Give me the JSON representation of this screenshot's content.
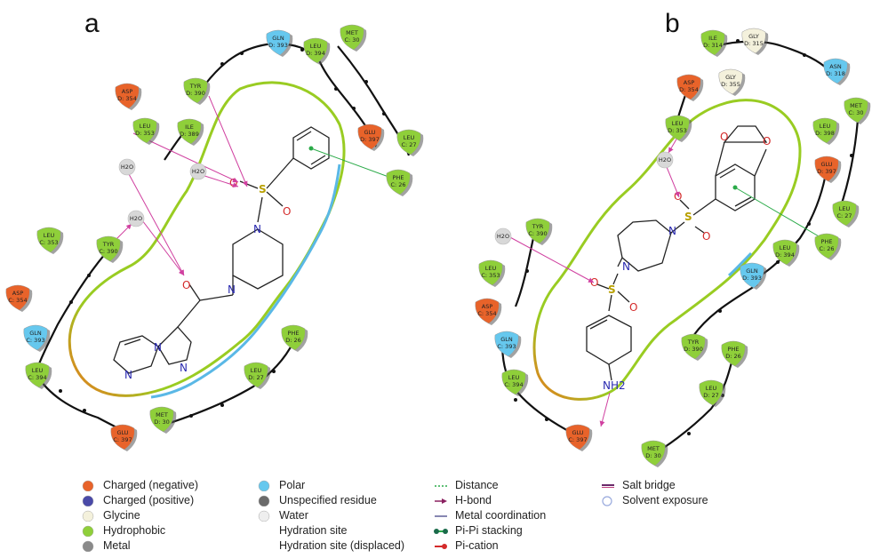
{
  "panels": [
    {
      "letter": "a",
      "residues": [
        {
          "name": "GLN",
          "chain": "D: 393",
          "type": "polar"
        },
        {
          "name": "LEU",
          "chain": "D: 394",
          "type": "hydrophobic"
        },
        {
          "name": "MET",
          "chain": "C: 30",
          "type": "hydrophobic"
        },
        {
          "name": "ASP",
          "chain": "D: 354",
          "type": "negative"
        },
        {
          "name": "TYR",
          "chain": "D: 390",
          "type": "hydrophobic"
        },
        {
          "name": "LEU",
          "chain": "D: 353",
          "type": "hydrophobic"
        },
        {
          "name": "ILE",
          "chain": "D: 389",
          "type": "hydrophobic"
        },
        {
          "name": "GLU",
          "chain": "D: 397",
          "type": "negative"
        },
        {
          "name": "LEU",
          "chain": "C: 27",
          "type": "hydrophobic"
        },
        {
          "name": "PHE",
          "chain": "C: 26",
          "type": "hydrophobic"
        },
        {
          "name": "H2O",
          "chain": "",
          "type": "water"
        },
        {
          "name": "H2O",
          "chain": "",
          "type": "water"
        },
        {
          "name": "H2O",
          "chain": "",
          "type": "water"
        },
        {
          "name": "LEU",
          "chain": "C: 353",
          "type": "hydrophobic"
        },
        {
          "name": "TYR",
          "chain": "C: 390",
          "type": "hydrophobic"
        },
        {
          "name": "ASP",
          "chain": "C: 354",
          "type": "negative"
        },
        {
          "name": "GLN",
          "chain": "C: 393",
          "type": "polar"
        },
        {
          "name": "LEU",
          "chain": "C: 394",
          "type": "hydrophobic"
        },
        {
          "name": "PHE",
          "chain": "D: 26",
          "type": "hydrophobic"
        },
        {
          "name": "LEU",
          "chain": "D: 27",
          "type": "hydrophobic"
        },
        {
          "name": "MET",
          "chain": "D: 30",
          "type": "hydrophobic"
        },
        {
          "name": "GLU",
          "chain": "C: 397",
          "type": "negative"
        }
      ],
      "atoms": [
        {
          "label": "S",
          "color": "#b8a000"
        },
        {
          "label": "O",
          "color": "#d42a2a"
        },
        {
          "label": "O",
          "color": "#d42a2a"
        },
        {
          "label": "N",
          "color": "#2a2ab0"
        },
        {
          "label": "N",
          "color": "#2a2ab0"
        },
        {
          "label": "O",
          "color": "#d42a2a"
        },
        {
          "label": "N",
          "color": "#2a2ab0"
        },
        {
          "label": "N",
          "color": "#2a2ab0"
        },
        {
          "label": "N",
          "color": "#2a2ab0"
        }
      ]
    },
    {
      "letter": "b",
      "residues": [
        {
          "name": "ILE",
          "chain": "D: 314",
          "type": "hydrophobic"
        },
        {
          "name": "GLY",
          "chain": "D: 315",
          "type": "glycine"
        },
        {
          "name": "ASN",
          "chain": "D: 318",
          "type": "polar"
        },
        {
          "name": "ASP",
          "chain": "D: 354",
          "type": "negative"
        },
        {
          "name": "GLY",
          "chain": "D: 355",
          "type": "glycine"
        },
        {
          "name": "MET",
          "chain": "C: 30",
          "type": "hydrophobic"
        },
        {
          "name": "LEU",
          "chain": "D: 353",
          "type": "hydrophobic"
        },
        {
          "name": "LEU",
          "chain": "D: 398",
          "type": "hydrophobic"
        },
        {
          "name": "GLU",
          "chain": "D: 397",
          "type": "negative"
        },
        {
          "name": "H2O",
          "chain": "",
          "type": "water"
        },
        {
          "name": "LEU",
          "chain": "C: 27",
          "type": "hydrophobic"
        },
        {
          "name": "PHE",
          "chain": "C: 26",
          "type": "hydrophobic"
        },
        {
          "name": "TYR",
          "chain": "C: 390",
          "type": "hydrophobic"
        },
        {
          "name": "H2O",
          "chain": "",
          "type": "water"
        },
        {
          "name": "LEU",
          "chain": "D: 394",
          "type": "hydrophobic"
        },
        {
          "name": "GLN",
          "chain": "D: 393",
          "type": "polar"
        },
        {
          "name": "LEU",
          "chain": "C: 353",
          "type": "hydrophobic"
        },
        {
          "name": "ASP",
          "chain": "C: 354",
          "type": "negative"
        },
        {
          "name": "GLN",
          "chain": "C: 393",
          "type": "polar"
        },
        {
          "name": "TYR",
          "chain": "D: 390",
          "type": "hydrophobic"
        },
        {
          "name": "PHE",
          "chain": "D: 26",
          "type": "hydrophobic"
        },
        {
          "name": "LEU",
          "chain": "C: 394",
          "type": "hydrophobic"
        },
        {
          "name": "LEU",
          "chain": "D: 27",
          "type": "hydrophobic"
        },
        {
          "name": "GLU",
          "chain": "C: 397",
          "type": "negative"
        },
        {
          "name": "MET",
          "chain": "D: 30",
          "type": "hydrophobic"
        }
      ],
      "atoms": [
        {
          "label": "O",
          "color": "#d42a2a"
        },
        {
          "label": "O",
          "color": "#d42a2a"
        },
        {
          "label": "S",
          "color": "#b8a000"
        },
        {
          "label": "O",
          "color": "#d42a2a"
        },
        {
          "label": "O",
          "color": "#d42a2a"
        },
        {
          "label": "N",
          "color": "#2a2ab0"
        },
        {
          "label": "N",
          "color": "#2a2ab0"
        },
        {
          "label": "S",
          "color": "#b8a000"
        },
        {
          "label": "O",
          "color": "#d42a2a"
        },
        {
          "label": "O",
          "color": "#d42a2a"
        },
        {
          "label": "NH2",
          "color": "#2a2ab0"
        }
      ]
    }
  ],
  "legend": {
    "col1": [
      {
        "label": "Charged (negative)",
        "symbol": "negative"
      },
      {
        "label": "Charged (positive)",
        "symbol": "positive"
      },
      {
        "label": "Glycine",
        "symbol": "glycine"
      },
      {
        "label": "Hydrophobic",
        "symbol": "hydrophobic"
      },
      {
        "label": "Metal",
        "symbol": "metal"
      }
    ],
    "col2": [
      {
        "label": "Polar",
        "symbol": "polar"
      },
      {
        "label": "Unspecified residue",
        "symbol": "unspecified"
      },
      {
        "label": "Water",
        "symbol": "water"
      },
      {
        "label": "Hydration site",
        "symbol": "none"
      },
      {
        "label": "Hydration site (displaced)",
        "symbol": "none"
      }
    ],
    "col3": [
      {
        "label": "Distance",
        "symbol": "distance"
      },
      {
        "label": "H-bond",
        "symbol": "hbond"
      },
      {
        "label": "Metal coordination",
        "symbol": "metalcoord"
      },
      {
        "label": "Pi-Pi stacking",
        "symbol": "pipi"
      },
      {
        "label": "Pi-cation",
        "symbol": "pication"
      }
    ],
    "col4": [
      {
        "label": "Salt bridge",
        "symbol": "saltbridge"
      },
      {
        "label": "Solvent exposure",
        "symbol": "solvent"
      }
    ]
  },
  "colors": {
    "negative": "#e8632a",
    "positive": "#4a4aa8",
    "glycine": "#f4f1dc",
    "hydrophobic": "#8fcf3a",
    "polar": "#66c8ee",
    "water": "#d8d8d8",
    "unspecified": "#6a6a6a",
    "metal": "#8a8a8a",
    "pocket_green": "#99cc22",
    "pocket_cyan": "#5ab8e6",
    "pocket_orange": "#e8781e",
    "hbond": "#d040a0",
    "pipi": "#2aaa48",
    "backbone": "#111111"
  }
}
